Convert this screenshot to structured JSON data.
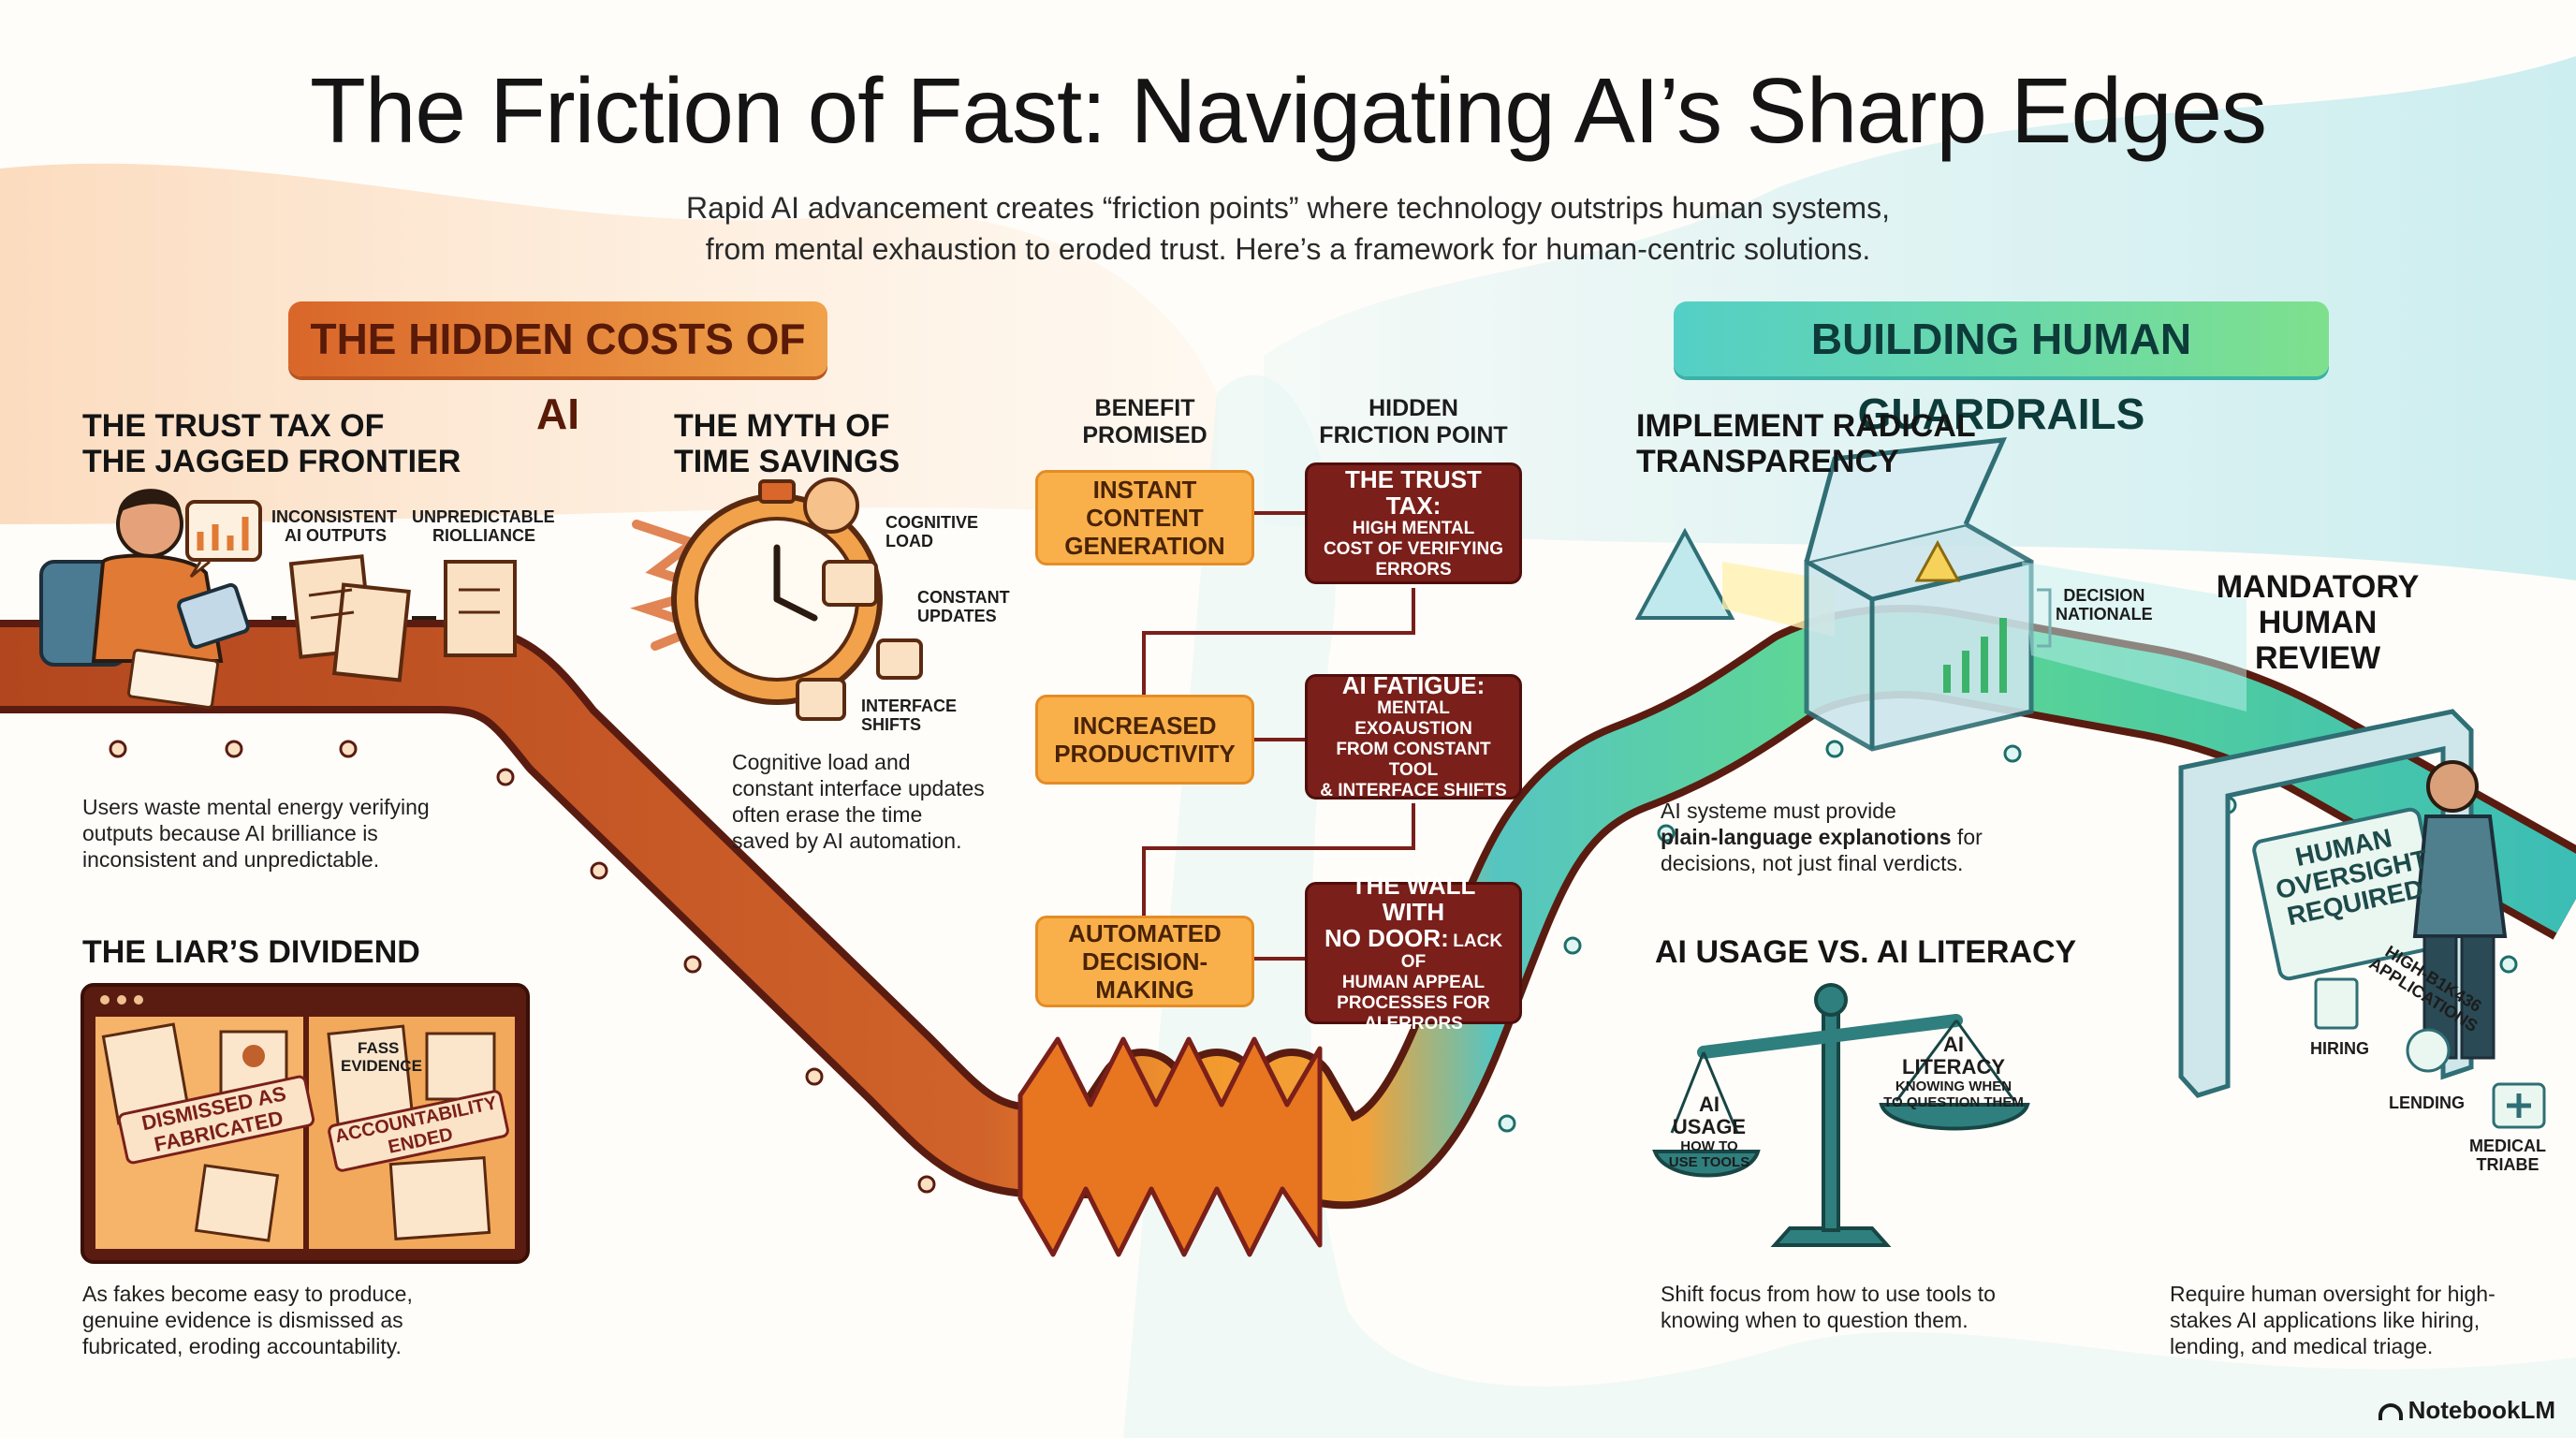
{
  "title": "The Friction of Fast: Navigating AI’s Sharp Edges",
  "subtitle_line1": "Rapid AI advancement creates “friction points” where technology outstrips human systems,",
  "subtitle_line2": "from mental exhaustion to eroded trust. Here’s a framework for human-centric solutions.",
  "left_banner": "THE HIDDEN COSTS OF AI",
  "right_banner": "BUILDING HUMAN GUARDRAILS",
  "trust_tax": {
    "heading_line1": "THE TRUST TAX OF",
    "heading_line2": "THE JAGGED FRONTIER",
    "label_inconsistent_1": "INCONSISTENT",
    "label_inconsistent_2": "AI OUTPUTS",
    "label_unpredictable_1": "UNPREDICTABLE",
    "label_unpredictable_2": "RIOLLIANCE",
    "body_line1": "Users waste mental energy verifying",
    "body_line2": "outputs because AI brilliance is",
    "body_line3": "inconsistent and unpredictable."
  },
  "time_savings": {
    "heading_line1": "THE MYTH OF",
    "heading_line2": "TIME SAVINGS",
    "label_cognitive_1": "COGNITIVE",
    "label_cognitive_2": "LOAD",
    "label_constant_1": "CONSTANT",
    "label_constant_2": "UPDATES",
    "label_interface_1": "INTERFACE",
    "label_interface_2": "SHIFTS",
    "body_line1": "Cognitive load and",
    "body_line2": "constant interface updates",
    "body_line3": "often erase the time",
    "body_line4": "saved by AI automation."
  },
  "liars_dividend": {
    "heading": "THE LIAR’S DIVIDEND",
    "stamp_dismissed_1": "DISMISSED AS",
    "stamp_dismissed_2": "FABRICATED",
    "fass_1": "FASS",
    "fass_2": "EVIDENCE",
    "stamp_account_1": "ACCOUNTABILITY",
    "stamp_account_2": "ENDED",
    "body_line1": "As fakes become easy to produce,",
    "body_line2": "genuine evidence is dismissed as",
    "body_line3": "fubricated, eroding accountability."
  },
  "table": {
    "col1_line1": "BENEFIT",
    "col1_line2": "PROMISED",
    "col2_line1": "HIDDEN",
    "col2_line2": "FRICTION POINT",
    "rows": [
      {
        "benefit_1": "INSTANT",
        "benefit_2": "CONTENT",
        "benefit_3": "GENERATION",
        "friction_title": "THE TRUST TAX:",
        "friction_1": "HIGH MENTAL",
        "friction_2": "COST OF VERIFYING",
        "friction_3": "ERRORS"
      },
      {
        "benefit_1": "INCREASED",
        "benefit_2": "PRODUCTIVITY",
        "friction_title": "AI FATIGUE:",
        "friction_1": "MENTAL EXOAUSTION",
        "friction_2": "FROM CONSTANT TOOL",
        "friction_3": "& INTERFACE SHIFTS"
      },
      {
        "benefit_1": "AUTOMATED",
        "benefit_2": "DECISION-MAKING",
        "friction_title_1": "THE WALL WITH",
        "friction_title_2": "NO DOOR:",
        "friction_1": "LACK OF",
        "friction_2": "HUMAN APPEAL",
        "friction_3": "PROCESSES FOR",
        "friction_4": "AI ERRORS"
      }
    ]
  },
  "transparency": {
    "heading_line1": "IMPLEMENT RADICAL",
    "heading_line2": "TRANSPARENCY",
    "label_1": "DECISION",
    "label_2": "NATIONALE",
    "body_line1": "AI systeme must provide",
    "body_line2_bold": "plain-language explanotions",
    "body_line2_rest": " for",
    "body_line3": "decisions, not just final verdicts."
  },
  "literacy": {
    "heading": "AI USAGE VS. AI LITERACY",
    "left_1": "AI",
    "left_2": "USAGE",
    "left_3": "HOW TO",
    "left_4": "USE TOOLS",
    "right_1": "AI",
    "right_2": "LITERACY",
    "right_3": "KNOWING WHEN",
    "right_4": "TO QUESTION THEM",
    "body_line1": "Shift focus from how to use tools to",
    "body_line2": "knowing when to question them."
  },
  "review": {
    "heading_line1": "MANDATORY",
    "heading_line2": "HUMAN REVIEW",
    "sign_1": "HUMAN",
    "sign_2": "OVERSIGHT",
    "sign_3": "REQUIRED",
    "belt_1": "HIGH-B1K436",
    "belt_2": "APPLICATIONS",
    "hiring": "HIRING",
    "lending": "LENDING",
    "medical_1": "MEDICAL",
    "medical_2": "TRIABE",
    "body_line1": "Require human oversight for high-",
    "body_line2": "stakes AI applications like hiring,",
    "body_line3": "lending, and medical triage."
  },
  "brand": "NotebookLM",
  "colors": {
    "warm_dark": "#7a1f1a",
    "warm_orange": "#e0682a",
    "benefit_fill": "#f9b04a",
    "cool_teal": "#3fc7bf",
    "cool_green": "#6fdc8a"
  }
}
